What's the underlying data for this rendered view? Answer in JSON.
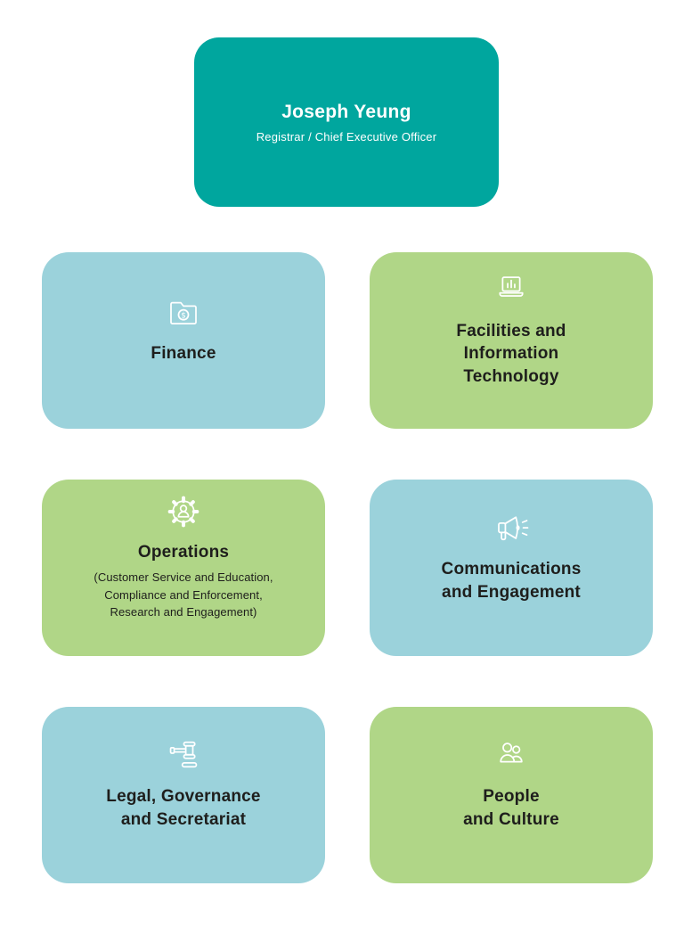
{
  "colors": {
    "teal": "#00A69E",
    "light_blue": "#9BD2DB",
    "light_green": "#B0D687",
    "text": "#1E1E1C",
    "icon": "#FFFFFF",
    "background": "#FFFFFF"
  },
  "chart": {
    "head": {
      "name": "Joseph Yeung",
      "title": "Registrar / Chief Executive Officer"
    },
    "departments": [
      {
        "name": "Finance",
        "lines": [
          "Finance"
        ],
        "icon": "folder-dollar-icon",
        "color": "light_blue"
      },
      {
        "name": "Facilities and Information Technology",
        "lines": [
          "Facilities and",
          "Information",
          "Technology"
        ],
        "icon": "laptop-chart-icon",
        "color": "light_green"
      },
      {
        "name": "Operations",
        "lines": [
          "Operations"
        ],
        "sublines": [
          "(Customer Service and Education,",
          "Compliance and Enforcement,",
          "Research and Engagement)"
        ],
        "icon": "gear-person-icon",
        "color": "light_green"
      },
      {
        "name": "Communications and Engagement",
        "lines": [
          "Communications",
          "and Engagement"
        ],
        "icon": "megaphone-icon",
        "color": "light_blue"
      },
      {
        "name": "Legal, Governance and Secretariat",
        "lines": [
          "Legal, Governance",
          "and Secretariat"
        ],
        "icon": "gavel-icon",
        "color": "light_blue"
      },
      {
        "name": "People and Culture",
        "lines": [
          "People",
          "and Culture"
        ],
        "icon": "people-icon",
        "color": "light_green"
      }
    ]
  }
}
